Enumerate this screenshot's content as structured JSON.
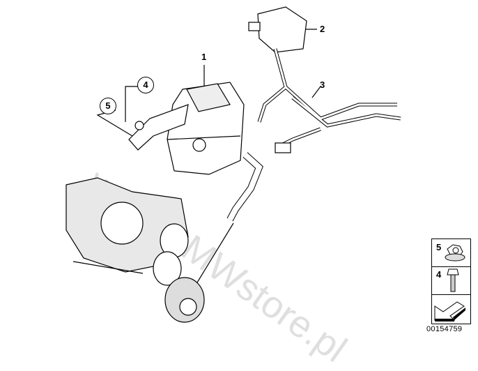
{
  "watermark": "www.BMWstore.pl",
  "callouts": {
    "c1": "1",
    "c2": "2",
    "c3": "3",
    "c4": "4",
    "c5": "5"
  },
  "legend": {
    "items": [
      {
        "number": "5",
        "part": "flange-nut"
      },
      {
        "number": "4",
        "part": "hex-bolt"
      }
    ]
  },
  "diagram_number": "00154759"
}
